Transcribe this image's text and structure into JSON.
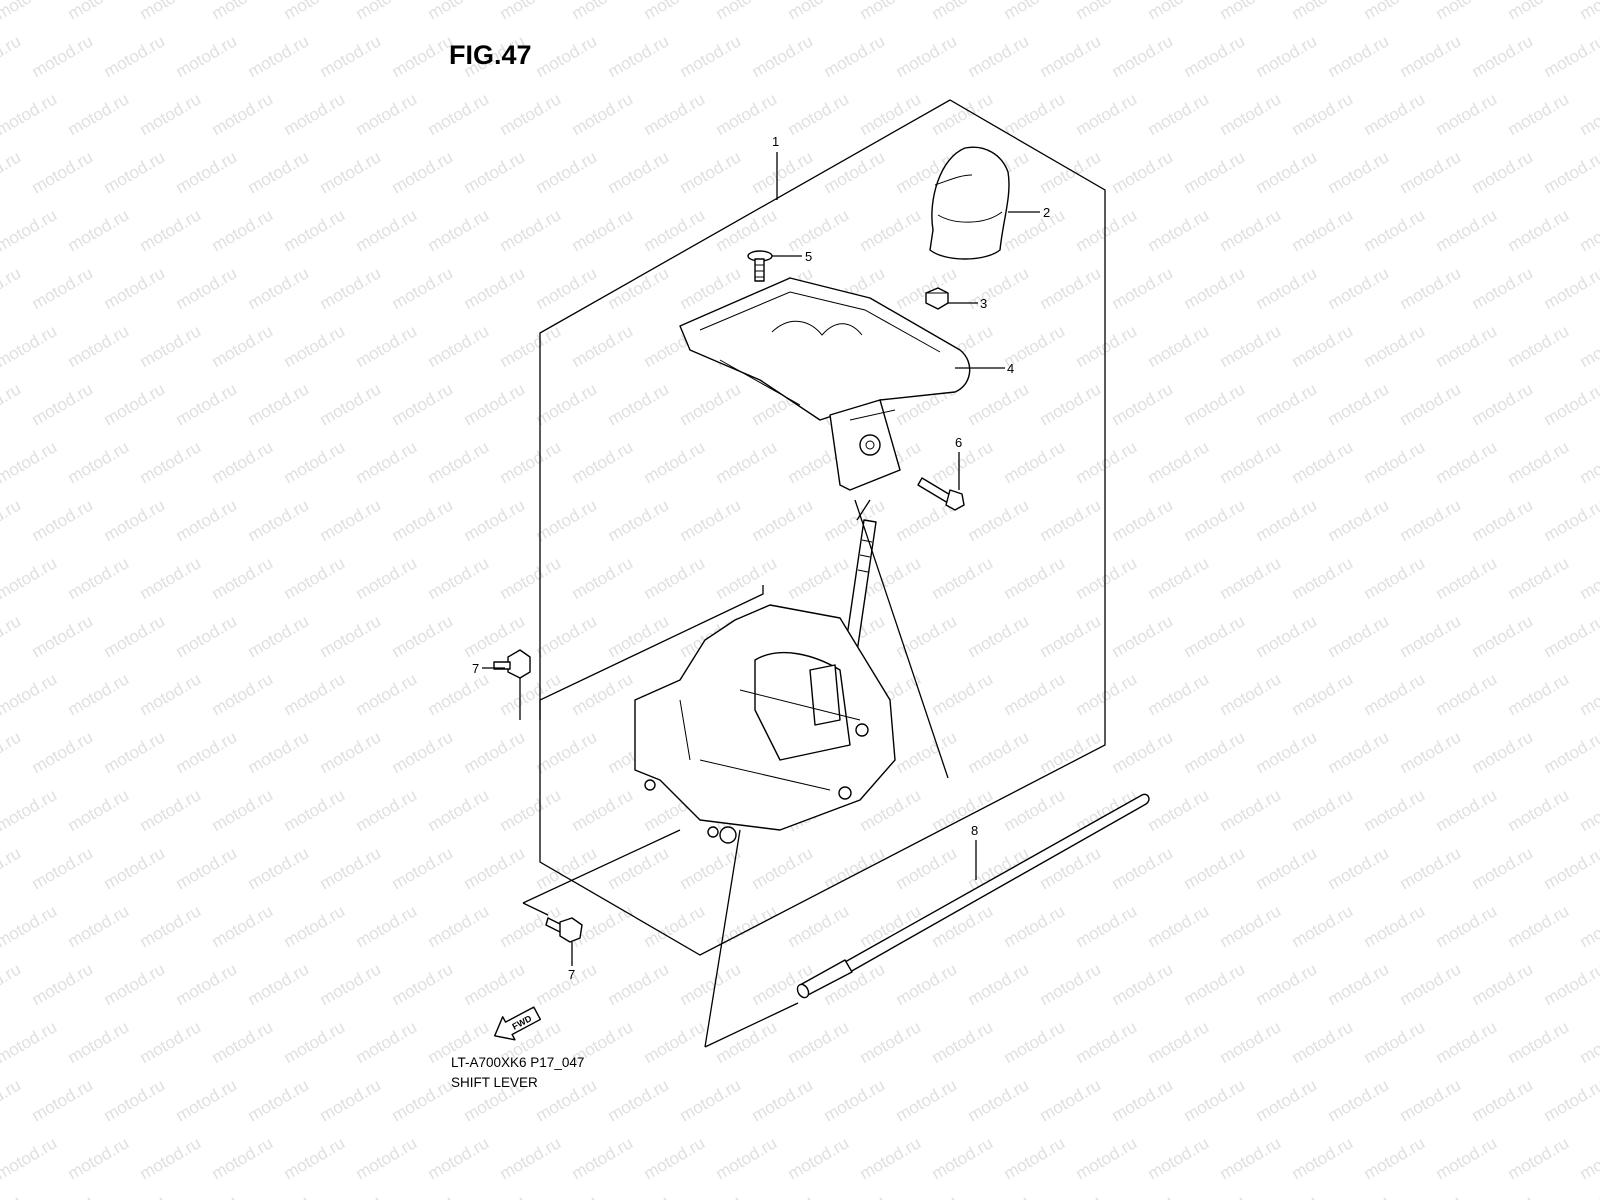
{
  "figure": {
    "title": "FIG.47",
    "model_code": "LT-A700XK6 P17_047",
    "section_name": "SHIFT LEVER"
  },
  "watermark": {
    "text": "motod.ru",
    "color": "#e0e0e0"
  },
  "callouts": [
    {
      "id": "1",
      "label": "1"
    },
    {
      "id": "2",
      "label": "2"
    },
    {
      "id": "3",
      "label": "3"
    },
    {
      "id": "4",
      "label": "4"
    },
    {
      "id": "5",
      "label": "5"
    },
    {
      "id": "6",
      "label": "6"
    },
    {
      "id": "7a",
      "label": "7"
    },
    {
      "id": "7b",
      "label": "7"
    },
    {
      "id": "8",
      "label": "8"
    }
  ],
  "direction_marker": {
    "label": "FWD"
  },
  "colors": {
    "line": "#000000",
    "background": "#ffffff"
  }
}
